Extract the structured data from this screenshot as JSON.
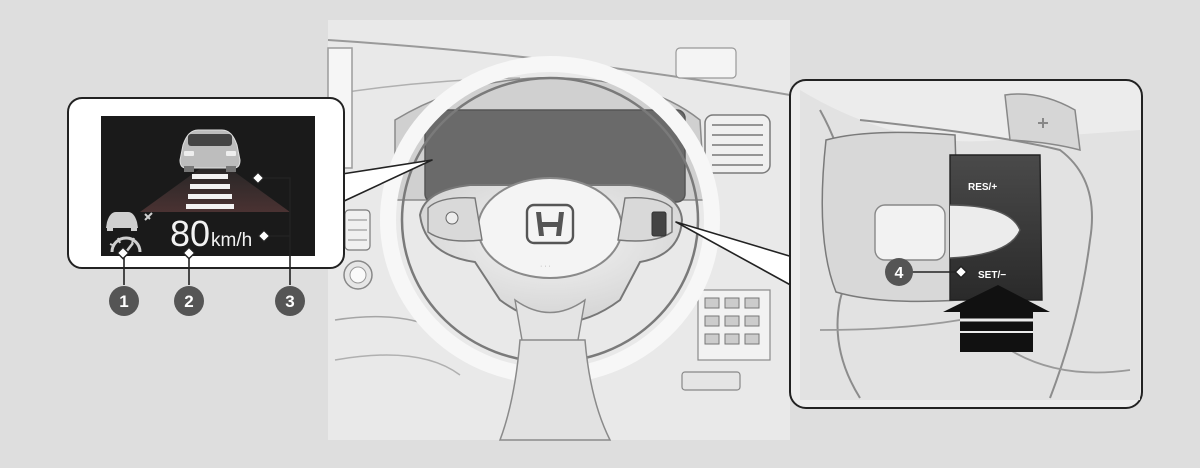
{
  "display_panel": {
    "speed_value": "80",
    "speed_unit": "km/h"
  },
  "switch_panel": {
    "res_label": "RES/+",
    "set_label": "SET/−"
  },
  "callouts": [
    {
      "number": "1"
    },
    {
      "number": "2"
    },
    {
      "number": "3"
    },
    {
      "number": "4"
    }
  ],
  "colors": {
    "background": "#dedede",
    "display_screen": "#1a1a1a",
    "callout_circle": "#555555",
    "arrow": "#111111"
  }
}
